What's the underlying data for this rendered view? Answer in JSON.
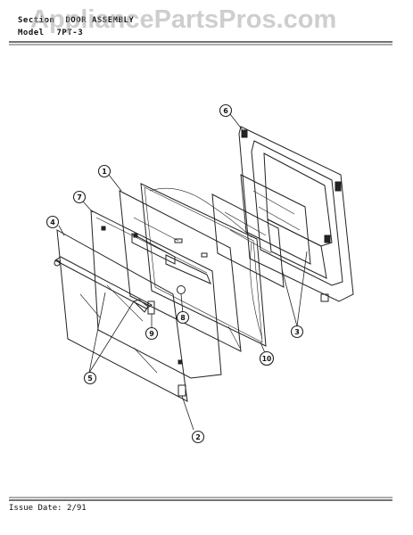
{
  "header": {
    "section_label": "Section",
    "section_value": "DOOR ASSEMBLY",
    "model_label": "Model",
    "model_value": "7PT-3"
  },
  "watermark": "AppliancePartsPros.com",
  "footer": {
    "issue": "Issue Date: 2/91"
  },
  "callouts": [
    "1",
    "2",
    "3",
    "4",
    "5",
    "6",
    "7",
    "8",
    "9",
    "10"
  ],
  "colors": {
    "line": "#222222",
    "watermark": "#a5a5a5"
  }
}
